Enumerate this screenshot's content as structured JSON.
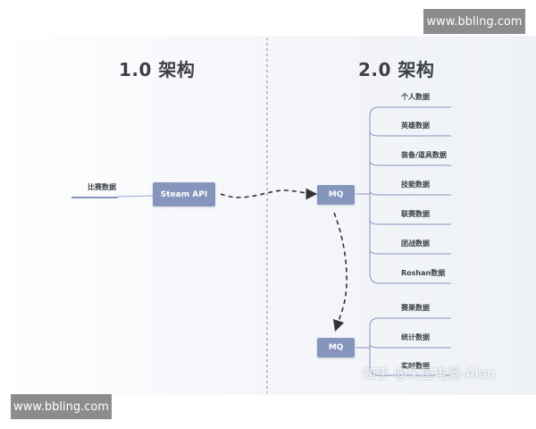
{
  "diagram": {
    "left_title": "1.0 架构",
    "right_title": "2.0 架构",
    "source_label": "比赛数据",
    "steam_api_label": "Steam API",
    "mq_top_label": "MQ",
    "mq_bottom_label": "MQ",
    "top_outputs": [
      "个人数据",
      "英雄数据",
      "装备/道具数据",
      "技能数据",
      "联赛数据",
      "团战数据",
      "Roshan数据"
    ],
    "bottom_outputs": [
      "赛果数据",
      "统计数据",
      "实时数据"
    ],
    "colors": {
      "box": "#8595bd",
      "line": "#8595bd",
      "arrow": "#333333"
    }
  },
  "watermarks": {
    "top_right": "www.bbling.com",
    "bottom_left": "www.bbling.com",
    "zhihu": "知乎 @火星电竞-Alan"
  }
}
